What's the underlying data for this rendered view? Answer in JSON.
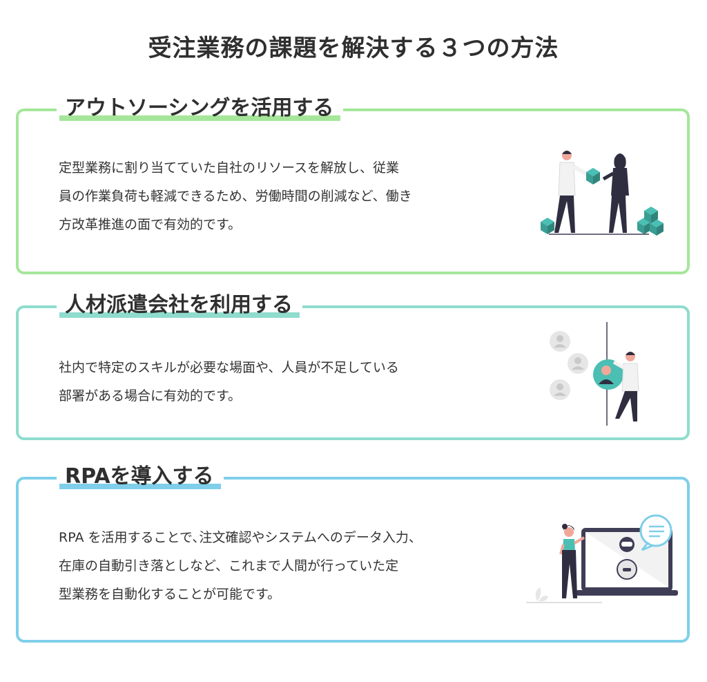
{
  "page": {
    "title": "受注業務の課題を解決する３つの方法"
  },
  "sections": [
    {
      "heading": "アウトソーシングを活用する",
      "body": "定型業務に割り当てていた自社のリソースを解放し、従業\n員の作業負荷も軽減できるため、労働時間の削減など、働き\n方改革推進の面で有効的です。",
      "illustration": "people-handing-boxes-illustration",
      "accent": "#a5e69a"
    },
    {
      "heading": "人材派遣会社を利用する",
      "body": "社内で特定のスキルが必要な場面や、人員が不足している\n部署がある場合に有効的です。",
      "illustration": "person-holding-avatar-illustration",
      "accent": "#8fdccd"
    },
    {
      "heading": "RPAを導入する",
      "body": "RPA を活用することで､注文確認やシステムへのデータ入力、\n在庫の自動引き落としなど、これまで人間が行っていた定\n型業務を自動化することが可能です。",
      "illustration": "person-with-robot-screen-illustration",
      "accent": "#7fcfea"
    }
  ],
  "colors": {
    "teal": "#3fa9a0",
    "dark": "#2f2e41",
    "skin": "#f1a89a",
    "grey": "#d6d6d6"
  }
}
